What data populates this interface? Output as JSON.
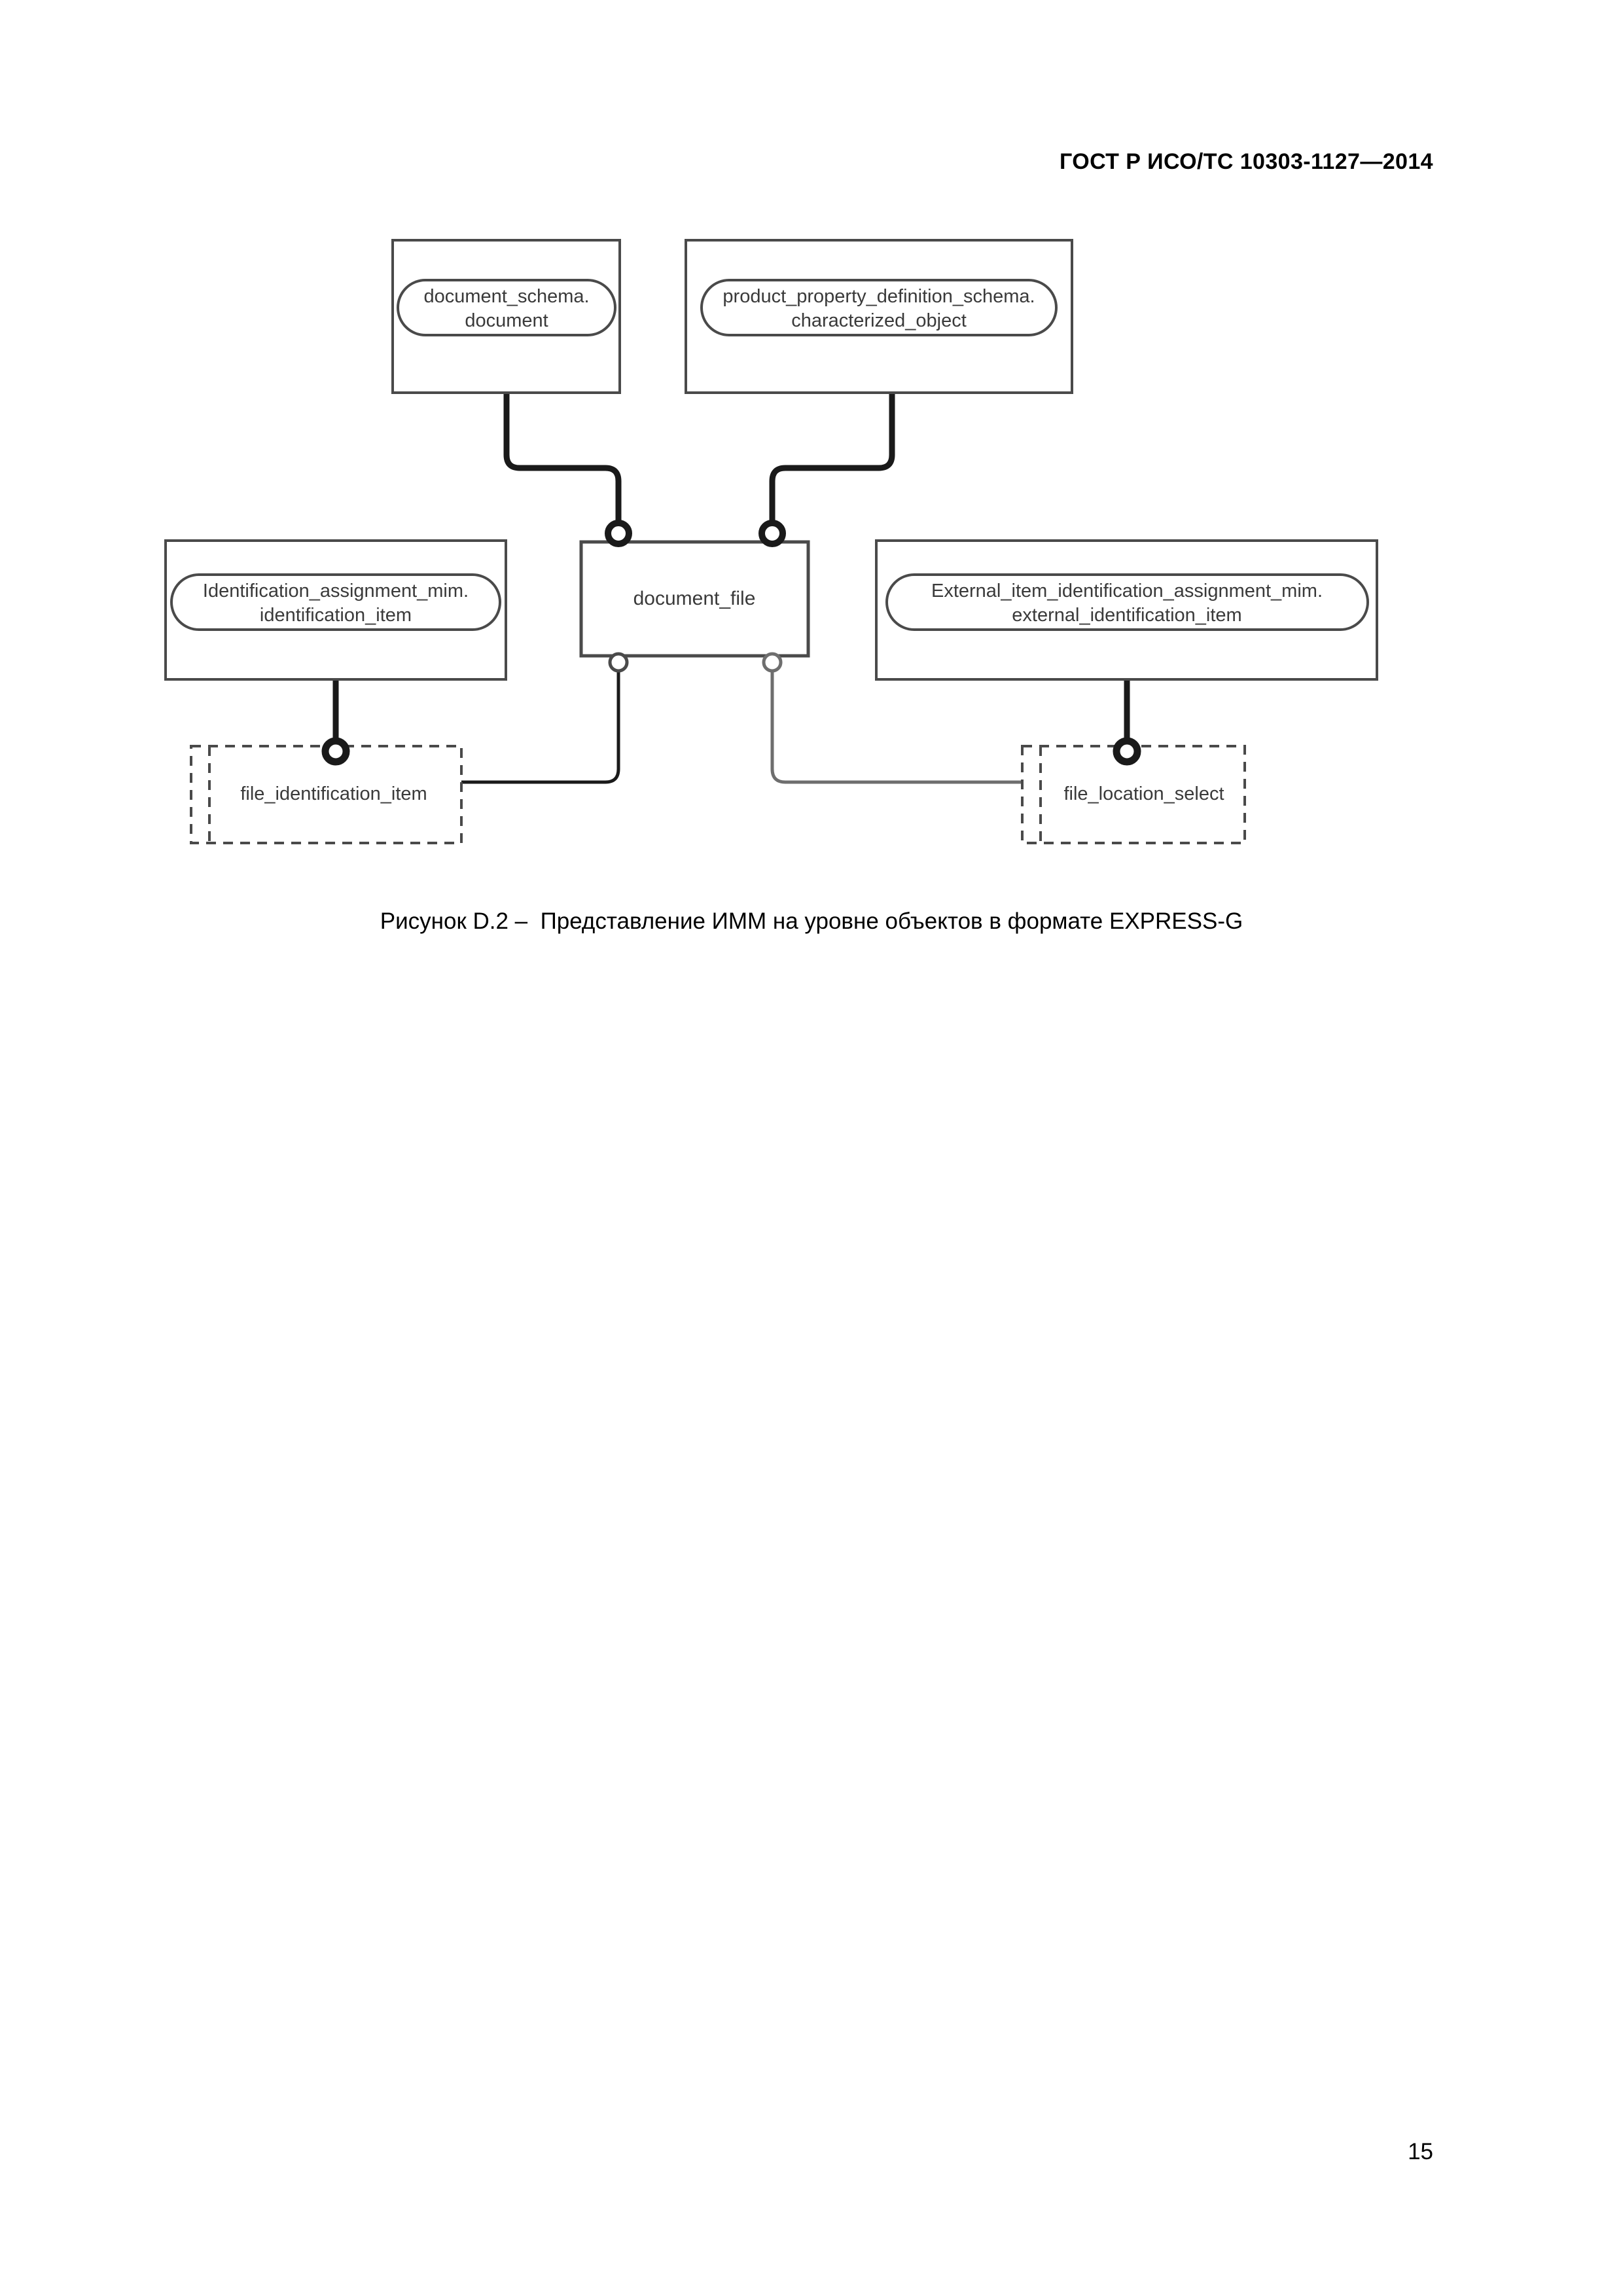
{
  "header": {
    "standard_ref": "ГОСТ Р ИСО/ТС 10303-1127—2014"
  },
  "figure": {
    "caption": "Рисунок D.2 –  Представление ИММ на уровне объектов в формате EXPRESS-G",
    "diagram_type": "EXPRESS-G entity level diagram",
    "entities": [
      {
        "id": "document_schema_document",
        "kind": "imported-entity",
        "line1": "document_schema.",
        "line2": "document"
      },
      {
        "id": "product_property_definition_schema_characterized_object",
        "kind": "imported-entity",
        "line1": "product_property_definition_schema.",
        "line2": "characterized_object"
      },
      {
        "id": "identification_assignment_mim_identification_item",
        "kind": "imported-select",
        "line1": "Identification_assignment_mim.",
        "line2": "identification_item"
      },
      {
        "id": "external_item_identification_assignment_mim_external_identification_item",
        "kind": "imported-select",
        "line1": "External_item_identification_assignment_mim.",
        "line2": "external_identification_item"
      },
      {
        "id": "document_file",
        "kind": "entity",
        "line1": "document_file",
        "line2": ""
      },
      {
        "id": "file_identification_item",
        "kind": "select-type",
        "line1": "file_identification_item",
        "line2": ""
      },
      {
        "id": "file_location_select",
        "kind": "select-type",
        "line1": "file_location_select",
        "line2": ""
      }
    ],
    "relationships": [
      {
        "from": "document_schema_document",
        "to": "document_file",
        "style": "supertype-thick"
      },
      {
        "from": "product_property_definition_schema_characterized_object",
        "to": "document_file",
        "style": "supertype-thick"
      },
      {
        "from": "identification_assignment_mim_identification_item",
        "to": "file_identification_item",
        "style": "supertype-thick"
      },
      {
        "from": "external_item_identification_assignment_mim_external_identification_item",
        "to": "file_location_select",
        "style": "supertype-thick"
      },
      {
        "from": "document_file",
        "to": "file_identification_item",
        "style": "select-thin"
      },
      {
        "from": "document_file",
        "to": "file_location_select",
        "style": "select-thin"
      }
    ],
    "colors": {
      "line": "#1a1a1a",
      "line_gray": "#6e6e6e",
      "text": "#3a3a3a",
      "background": "#ffffff"
    }
  },
  "footer": {
    "page_number": "15"
  }
}
